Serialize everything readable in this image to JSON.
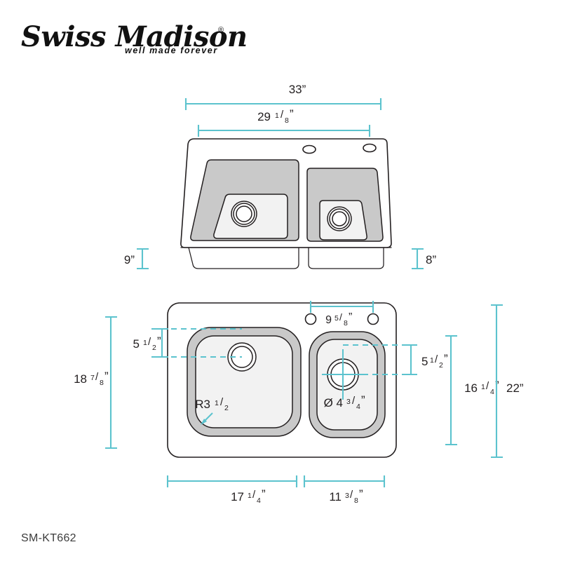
{
  "page": {
    "background_color": "#ffffff",
    "accent_color": "#5cc3ce",
    "line_color": "#231f20",
    "bowl_fill_color": "#c9c9c9"
  },
  "brand": {
    "name": "Swiss Madison",
    "registered_mark": "®",
    "tagline": "well made forever"
  },
  "model": {
    "number": "SM-KT662"
  },
  "views": {
    "perspective": {
      "name": "perspective-sink-view",
      "description": "Top perspective view of double bowl drop-in kitchen sink",
      "faucet_holes": 2,
      "bowls": 2
    },
    "plan": {
      "name": "plan-sink-view",
      "description": "Top-down plan view of double bowl drop-in kitchen sink",
      "faucet_holes": 2,
      "bowls": 2
    }
  },
  "dimensions": {
    "overall_width": {
      "label": "33”",
      "value": 33,
      "unit": "in",
      "name": "overall-width-dimension"
    },
    "cutout_width": {
      "label": "29",
      "frac_num": "1",
      "frac_den": "8",
      "suffix": "”",
      "value": 29.125,
      "unit": "in",
      "name": "cutout-width-dimension"
    },
    "left_bowl_depth": {
      "label": "9”",
      "value": 9,
      "unit": "in",
      "name": "left-bowl-depth-dimension"
    },
    "right_bowl_depth": {
      "label": "8”",
      "value": 8,
      "unit": "in",
      "name": "right-bowl-depth-dimension"
    },
    "left_drain_offset": {
      "label": "5",
      "frac_num": "1",
      "frac_den": "2",
      "suffix": "”",
      "value": 5.5,
      "unit": "in",
      "name": "left-drain-offset-dimension"
    },
    "right_drain_offset": {
      "label": "5",
      "frac_num": "1",
      "frac_den": "2",
      "suffix": "”",
      "value": 5.5,
      "unit": "in",
      "name": "right-drain-offset-dimension"
    },
    "overall_depth_cutout": {
      "label": "18",
      "frac_num": "7",
      "frac_den": "8",
      "suffix": "”",
      "value": 18.875,
      "unit": "in",
      "name": "cutout-depth-dimension"
    },
    "bowl_depth_front_back": {
      "label": "16",
      "frac_num": "1",
      "frac_den": "4",
      "suffix": "”",
      "value": 16.25,
      "unit": "in",
      "name": "bowl-front-back-dimension"
    },
    "overall_depth": {
      "label": "22”",
      "value": 22,
      "unit": "in",
      "name": "overall-depth-dimension"
    },
    "faucet_hole_spacing": {
      "label": "9",
      "frac_num": "5",
      "frac_den": "8",
      "suffix": "”",
      "value": 9.625,
      "unit": "in",
      "name": "faucet-hole-spacing-dimension"
    },
    "corner_radius": {
      "label": "R3",
      "frac_num": "1",
      "frac_den": "2",
      "suffix": "",
      "value": 3.5,
      "unit": "in",
      "name": "corner-radius-callout"
    },
    "drain_diameter": {
      "label": "Ø 4",
      "frac_num": "3",
      "frac_den": "4",
      "suffix": "”",
      "value": 4.75,
      "unit": "in",
      "name": "drain-diameter-callout"
    },
    "left_bowl_width": {
      "label": "17",
      "frac_num": "1",
      "frac_den": "4",
      "suffix": "”",
      "value": 17.25,
      "unit": "in",
      "name": "left-bowl-width-dimension"
    },
    "right_bowl_width": {
      "label": "11",
      "frac_num": "3",
      "frac_den": "8",
      "suffix": "”",
      "value": 11.375,
      "unit": "in",
      "name": "right-bowl-width-dimension"
    }
  }
}
